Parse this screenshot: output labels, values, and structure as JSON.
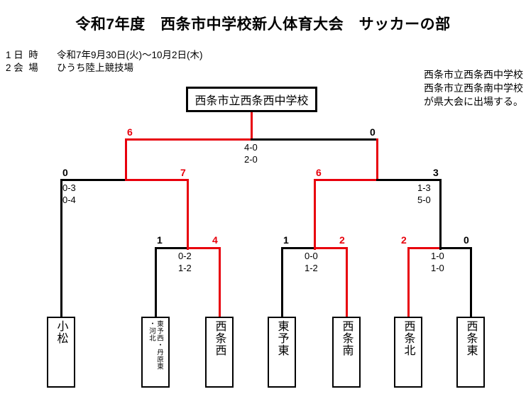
{
  "header": {
    "title": "令和7年度　西条市中学校新人体育大会　サッカーの部",
    "info": [
      {
        "label": "1 日  時",
        "value": "令和7年9月30日(火)～10月2日(木)"
      },
      {
        "label": "2 会  場",
        "value": "ひうち陸上競技場"
      }
    ],
    "note": "西条市立西条西中学校\n西条市立西条南中学校\nが県大会に出場する。"
  },
  "colors": {
    "winner_line": "#e8000c",
    "normal_line": "#000000",
    "background": "#ffffff"
  },
  "champion": {
    "name": "西条市立西条西中学校"
  },
  "teams": [
    {
      "id": "komatsu",
      "name": "小松",
      "lines": [
        "小松"
      ],
      "small": false
    },
    {
      "id": "toyonishi",
      "name": "東予西・丹原東・河北",
      "lines": [
        "東予西・丹原東",
        "・河北"
      ],
      "small": true
    },
    {
      "id": "saijonishi",
      "name": "西条西",
      "lines": [
        "西条西"
      ],
      "small": false
    },
    {
      "id": "toyohigashi",
      "name": "東予東",
      "lines": [
        "東予東"
      ],
      "small": false
    },
    {
      "id": "saijominami",
      "name": "西条南",
      "lines": [
        "西条南"
      ],
      "small": false
    },
    {
      "id": "saijokita",
      "name": "西条北",
      "lines": [
        "西条北"
      ],
      "small": false
    },
    {
      "id": "saijohigashi",
      "name": "西条東",
      "lines": [
        "西条東"
      ],
      "small": false
    }
  ],
  "matches": {
    "r1_left": {
      "left_seed": "1",
      "right_seed": "4",
      "scores": "0-2\n1-2",
      "winner": "right"
    },
    "r1_mid": {
      "left_seed": "1",
      "right_seed": "2",
      "scores": "0-0\n1-2",
      "winner": "right"
    },
    "r1_right": {
      "left_seed": "2",
      "right_seed": "0",
      "scores": "1-0\n1-0",
      "winner": "left"
    },
    "r2_left": {
      "left_seed": "0",
      "right_seed": "7",
      "scores": "0-3\n0-4",
      "winner": "right"
    },
    "r2_right": {
      "left_seed": "6",
      "right_seed": "3",
      "scores": "1-3\n5-0",
      "winner": "left"
    },
    "final": {
      "left_seed": "6",
      "right_seed": "0",
      "scores": "4-0\n2-0",
      "winner": "left"
    }
  }
}
